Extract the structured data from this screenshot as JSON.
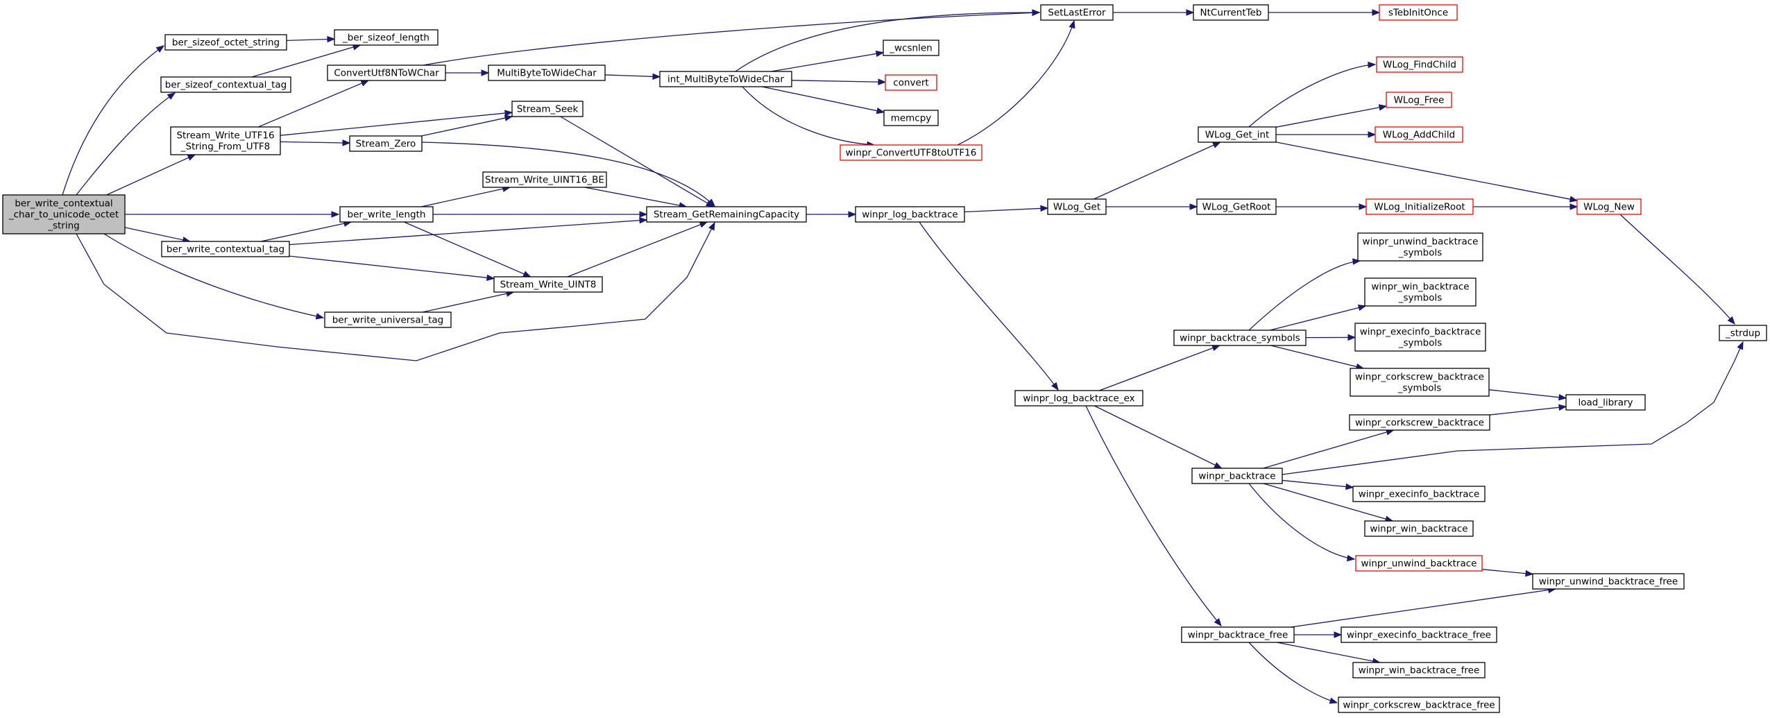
{
  "graph": {
    "nodes": {
      "root": "ber_write_contextual\n_char_to_unicode_octet\n_string",
      "ber_sizeof_octet_string": "ber_sizeof_octet_string",
      "ber_sizeof_length": "_ber_sizeof_length",
      "ber_sizeof_contextual_tag": "ber_sizeof_contextual_tag",
      "ConvertUtf8NToWChar": "ConvertUtf8NToWChar",
      "MultiByteToWideChar": "MultiByteToWideChar",
      "int_MultiByteToWideChar": "int_MultiByteToWideChar",
      "SetLastError": "SetLastError",
      "NtCurrentTeb": "NtCurrentTeb",
      "sTebInitOnce": "sTebInitOnce",
      "wcsnlen": "_wcsnlen",
      "convert": "convert",
      "memcpy": "memcpy",
      "winpr_ConvertUTF8toUTF16": "winpr_ConvertUTF8toUTF16",
      "Stream_Write_UTF16": "Stream_Write_UTF16\n_String_From_UTF8",
      "Stream_Seek": "Stream_Seek",
      "Stream_Zero": "Stream_Zero",
      "Stream_Write_UINT16_BE": "Stream_Write_UINT16_BE",
      "ber_write_length": "ber_write_length",
      "Stream_GetRemainingCapacity": "Stream_GetRemainingCapacity",
      "ber_write_contextual_tag": "ber_write_contextual_tag",
      "Stream_Write_UINT8": "Stream_Write_UINT8",
      "ber_write_universal_tag": "ber_write_universal_tag",
      "winpr_log_backtrace": "winpr_log_backtrace",
      "WLog_Get": "WLog_Get",
      "WLog_Get_int": "WLog_Get_int",
      "WLog_FindChild": "WLog_FindChild",
      "WLog_Free": "WLog_Free",
      "WLog_AddChild": "WLog_AddChild",
      "WLog_GetRoot": "WLog_GetRoot",
      "WLog_InitializeRoot": "WLog_InitializeRoot",
      "WLog_New": "WLog_New",
      "strdup": "_strdup",
      "winpr_log_backtrace_ex": "winpr_log_backtrace_ex",
      "winpr_backtrace_symbols": "winpr_backtrace_symbols",
      "winpr_unwind_backtrace_symbols": "winpr_unwind_backtrace\n_symbols",
      "winpr_win_backtrace_symbols": "winpr_win_backtrace\n_symbols",
      "winpr_execinfo_backtrace_symbols": "winpr_execinfo_backtrace\n_symbols",
      "winpr_corkscrew_backtrace_symbols": "winpr_corkscrew_backtrace\n_symbols",
      "load_library": "load_library",
      "winpr_corkscrew_backtrace": "winpr_corkscrew_backtrace",
      "winpr_backtrace": "winpr_backtrace",
      "winpr_execinfo_backtrace": "winpr_execinfo_backtrace",
      "winpr_win_backtrace": "winpr_win_backtrace",
      "winpr_unwind_backtrace": "winpr_unwind_backtrace",
      "winpr_unwind_backtrace_free": "winpr_unwind_backtrace_free",
      "winpr_backtrace_free": "winpr_backtrace_free",
      "winpr_execinfo_backtrace_free": "winpr_execinfo_backtrace_free",
      "winpr_win_backtrace_free": "winpr_win_backtrace_free",
      "winpr_corkscrew_backtrace_free": "winpr_corkscrew_backtrace_free"
    },
    "colors": {
      "edge": "#191970",
      "border_default": "#000000",
      "border_truncated": "#ff0000",
      "root_fill": "#bfbfbf",
      "node_fill": "#ffffff"
    }
  }
}
